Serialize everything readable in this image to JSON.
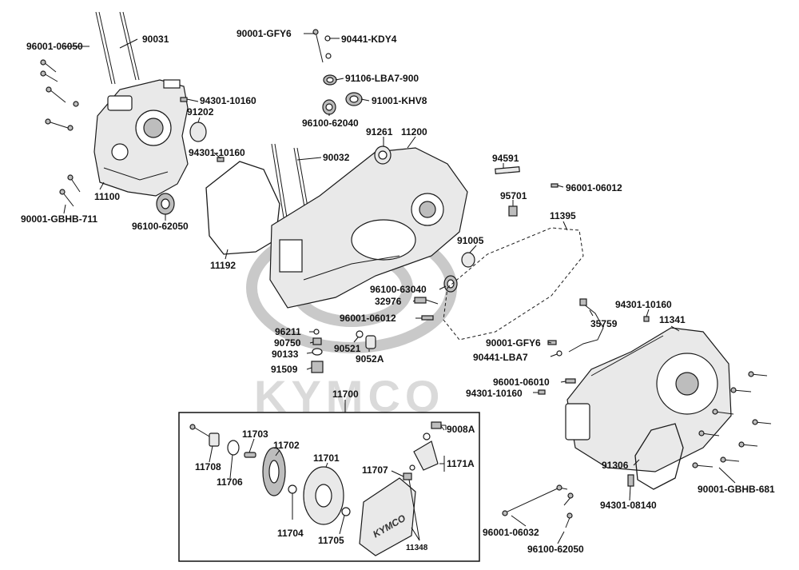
{
  "watermark": {
    "brand": "KYMCO"
  },
  "kit_box": {
    "label": "11700"
  },
  "cover_logo": "KYMCO",
  "labels": {
    "p96001_06050": "96001-06050",
    "p90031": "90031",
    "p90001_gfy6_top": "90001-GFY6",
    "p90441_kdy4": "90441-KDY4",
    "p91106_lba7_900": "91106-LBA7-900",
    "p91001_khv8": "91001-KHV8",
    "p94301_10160_a": "94301-10160",
    "p91202": "91202",
    "p96100_62040": "96100-62040",
    "p91261": "91261",
    "p11200": "11200",
    "p94301_10160_b": "94301-10160",
    "p90032": "90032",
    "p94591": "94591",
    "p11100": "11100",
    "p96001_06012_a": "96001-06012",
    "p90001_gbhb_711": "90001-GBHB-711",
    "p95701": "95701",
    "p96100_62050_a": "96100-62050",
    "p11395": "11395",
    "p11192": "11192",
    "p91005": "91005",
    "p96100_63040": "96100-63040",
    "p32976": "32976",
    "p94301_10160_c": "94301-10160",
    "p96001_06012_b": "96001-06012",
    "p35759": "35759",
    "p11341": "11341",
    "p96211": "96211",
    "p90750": "90750",
    "p90521": "90521",
    "p90133": "90133",
    "p9052a": "9052A",
    "p91509": "91509",
    "p90001_gfy6_mid": "90001-GFY6",
    "p90441_lba7": "90441-LBA7",
    "p96001_06010": "96001-06010",
    "p94301_10160_d": "94301-10160",
    "p11703": "11703",
    "p11702": "11702",
    "p9008a": "9008A",
    "p11701": "11701",
    "p11707": "11707",
    "p1171a": "1171A",
    "p11708": "11708",
    "p11706": "11706",
    "p11704": "11704",
    "p11705": "11705",
    "p11348": "11348",
    "p91306": "91306",
    "p90001_gbhb_681": "90001-GBHB-681",
    "p94301_08140": "94301-08140",
    "p96001_06032": "96001-06032",
    "p96100_62050_b": "96100-62050"
  }
}
